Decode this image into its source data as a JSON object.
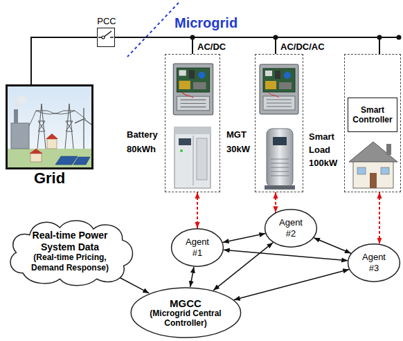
{
  "diagram": {
    "nodes": [
      {
        "text": [
          "Grid"
        ]
      },
      {
        "text": [
          "PCC"
        ]
      },
      {
        "text": [
          "AC/DC",
          "Battery 80kWh"
        ]
      },
      {
        "text": [
          "AC/DC/AC",
          "MGT 30kW"
        ]
      },
      {
        "text": [
          "Smart Load 100kW"
        ]
      },
      {
        "text": [
          "Smart Controller"
        ],
        "in": 4
      },
      {
        "text": [
          "Real-time Power System Data",
          "(Real-time Pricing, Demand Response)"
        ]
      },
      {
        "text": [
          "Agent #1"
        ]
      },
      {
        "text": [
          "Agent #2"
        ]
      },
      {
        "text": [
          "Agent #3"
        ]
      },
      {
        "text": [
          "MGCC",
          "(Microgrid Central Controller)"
        ]
      }
    ],
    "edges": [
      {
        "from": 0,
        "to": 1,
        "arrow": "none"
      },
      {
        "from": 1,
        "to": 2,
        "arrow": "none"
      },
      {
        "from": 1,
        "to": 3,
        "arrow": "none"
      },
      {
        "from": 1,
        "to": 4,
        "arrow": "none"
      },
      {
        "from": 2,
        "to": 7,
        "arrow": "both"
      },
      {
        "from": 3,
        "to": 8,
        "arrow": "both"
      },
      {
        "from": 4,
        "to": 9,
        "arrow": "both"
      },
      {
        "from": 7,
        "to": 8,
        "arrow": "both"
      },
      {
        "from": 8,
        "to": 9,
        "arrow": "both"
      },
      {
        "from": 7,
        "to": 9,
        "arrow": "both"
      },
      {
        "from": 6,
        "to": 10,
        "arrow": "both"
      },
      {
        "from": 10,
        "to": 7,
        "arrow": "both"
      },
      {
        "from": 10,
        "to": 8,
        "arrow": "both"
      },
      {
        "from": 10,
        "to": 9,
        "arrow": "both"
      }
    ],
    "labels": [
      "Microgrid"
    ]
  }
}
